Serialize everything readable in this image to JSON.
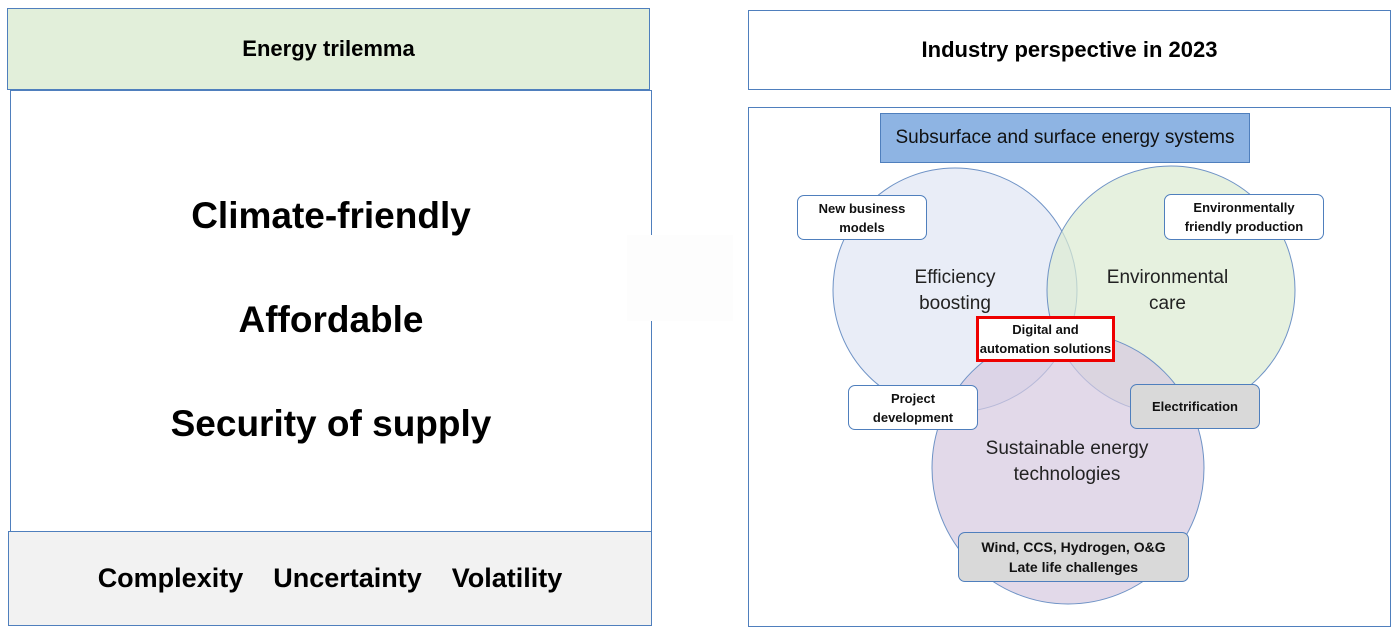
{
  "left_panel": {
    "title": "Energy trilemma",
    "pillars": [
      "Climate-friendly",
      "Affordable",
      "Security of supply"
    ],
    "challenges": [
      "Complexity",
      "Uncertainty",
      "Volatility"
    ],
    "colors": {
      "title_bg": "#e2efda",
      "footer_bg": "#f2f2f2",
      "border": "#4f7fbd"
    }
  },
  "right_panel": {
    "title": "Industry perspective in 2023",
    "systems_header": "Subsurface and surface energy systems",
    "circles": [
      {
        "label": "Efficiency\nboosting",
        "color": "#dfe6f4"
      },
      {
        "label": "Environmental\ncare",
        "color": "#dcebd2"
      },
      {
        "label": "Sustainable energy\ntechnologies",
        "color": "#d5c9e0"
      }
    ],
    "tags": {
      "new_business": "New business\nmodels",
      "env_production": "Environmentally\nfriendly production",
      "digital": "Digital and\nautomation solutions",
      "project_dev": "Project\ndevelopment",
      "electrification": "Electrification",
      "technologies": "Wind, CCS, Hydrogen, O&G\nLate life challenges"
    },
    "colors": {
      "header_bg": "#8eb4e3",
      "highlight_border": "#ee0000",
      "grey_tag": "#d9d9d9"
    }
  }
}
